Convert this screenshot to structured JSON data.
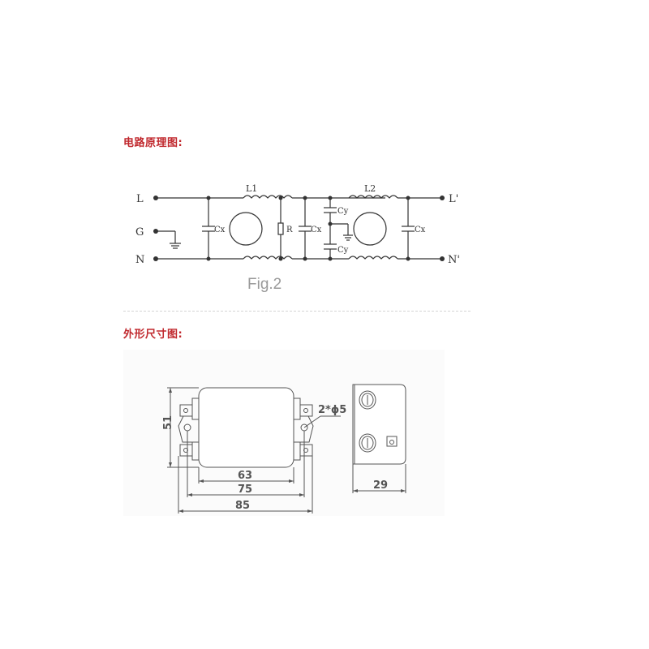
{
  "sections": {
    "circuit_title": "电路原理图:",
    "dimension_title": "外形尺寸图:"
  },
  "circuit": {
    "terminals_in": [
      "L",
      "G",
      "N"
    ],
    "terminals_out": [
      "L'",
      "N'"
    ],
    "inductors": [
      "L1",
      "L2"
    ],
    "components": {
      "cx1": "Cx",
      "r": "R",
      "cx2": "Cx",
      "cy_top": "Cy",
      "cy_bottom": "Cy",
      "cx3": "Cx"
    },
    "caption": "Fig.2"
  },
  "dimensions": {
    "height": "51",
    "hole": "2*ϕ5",
    "body_width": "63",
    "mount_width": "75",
    "overall_width": "85",
    "depth": "29"
  },
  "colors": {
    "heading": "#c0282d",
    "line": "#333333",
    "dim_line": "#555555",
    "caption": "#9a9a9a"
  }
}
